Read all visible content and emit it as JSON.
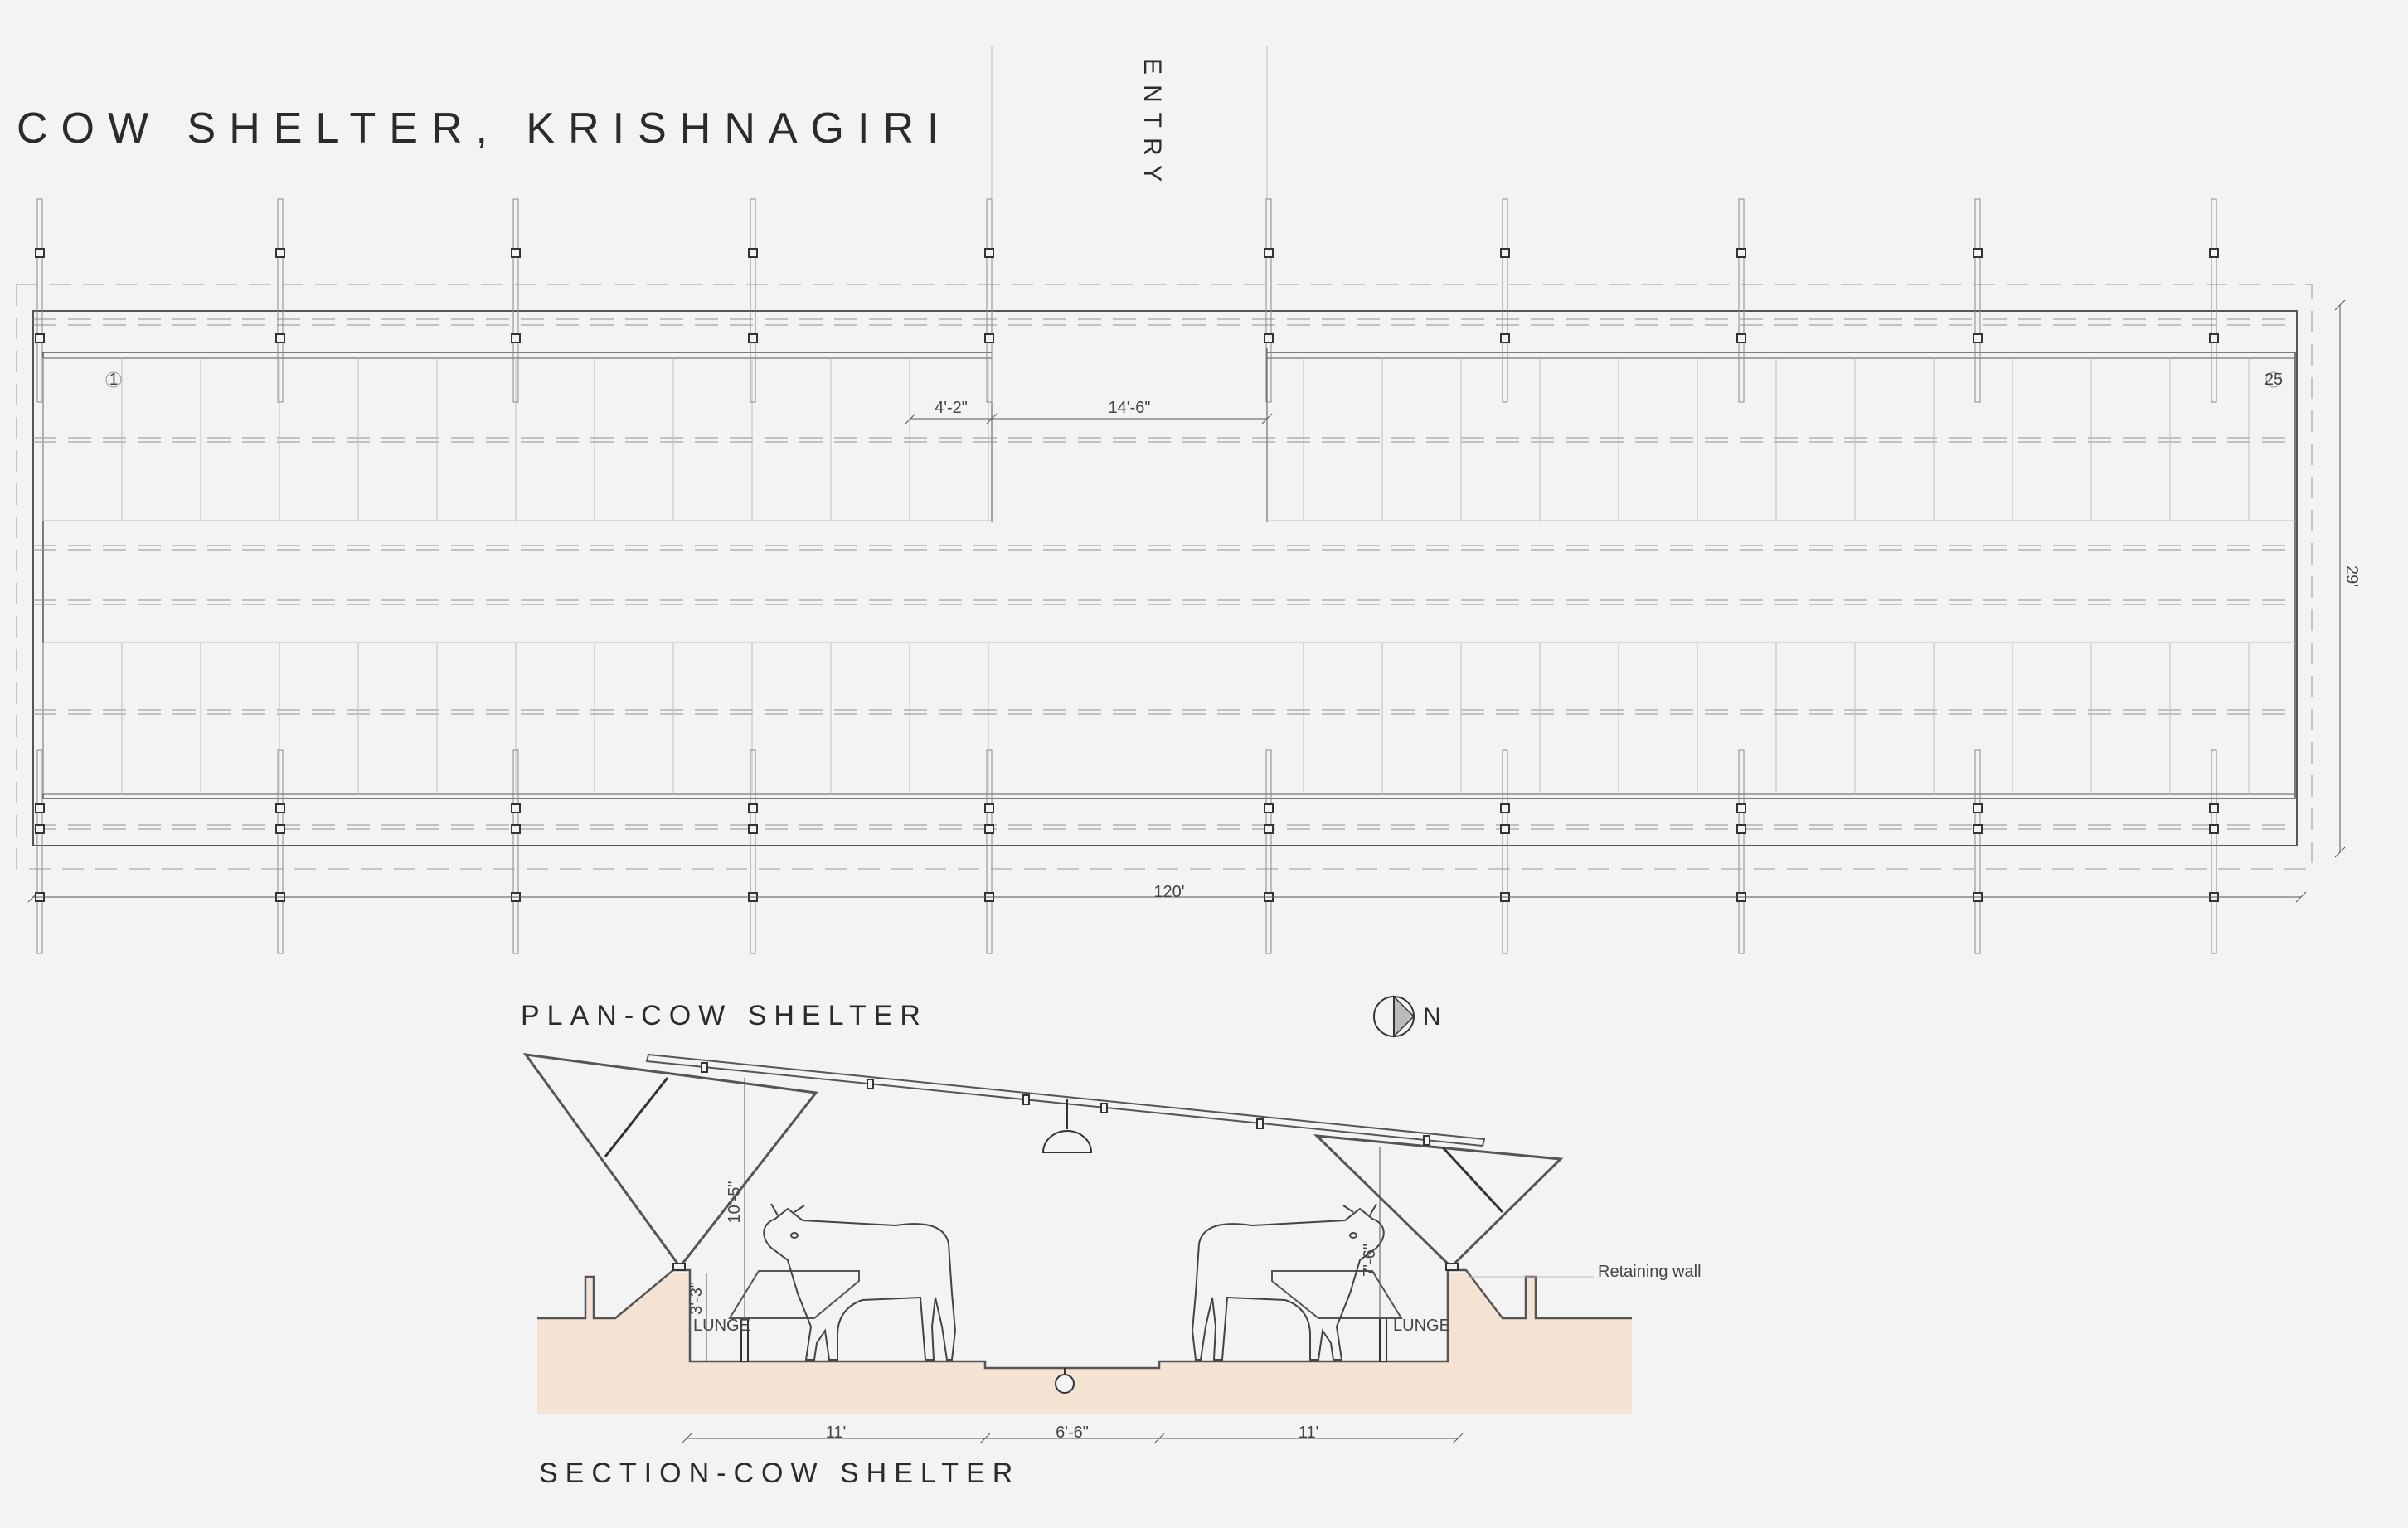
{
  "title": "COW SHELTER, KRISHNAGIRI",
  "entry_label": "ENTRY",
  "plan": {
    "caption": "PLAN-COW SHELTER",
    "dim_bay": "4'-2\"",
    "dim_entry": "14'-6\"",
    "dim_length": "120'",
    "dim_width": "29'",
    "first_stall": "1",
    "last_stall": "25",
    "north_label": "N"
  },
  "section": {
    "caption": "SECTION-COW SHELTER",
    "dim_left": "11'",
    "dim_center": "6'-6\"",
    "dim_right": "11'",
    "height_left": "10'-5\"",
    "height_right": "7'-6\"",
    "lunge_height": "3'-3\"",
    "lunge_left": "LUNGE",
    "lunge_right": "LUNGE",
    "retaining_wall": "Retaining wall"
  },
  "colors": {
    "ground": "#f4e2d3",
    "line": "#555555",
    "background": "#f3f3f3"
  }
}
